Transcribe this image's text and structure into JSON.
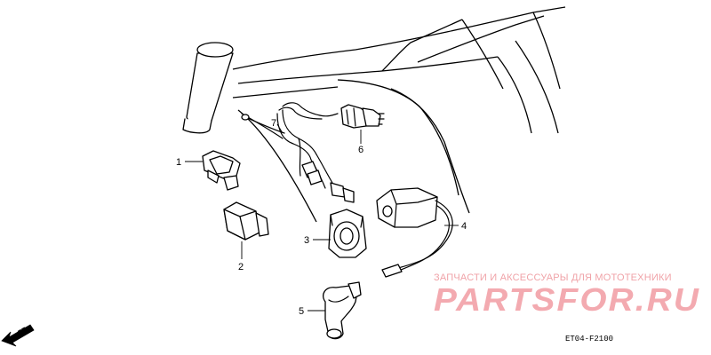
{
  "labels": {
    "part1": "1",
    "part2": "2",
    "part3": "3",
    "part4": "4",
    "part5": "5",
    "part6": "6",
    "part7": "7"
  },
  "direction": "FR.",
  "reference_code": "ET04-F2100",
  "watermark": {
    "tagline": "ЗАПЧАСТИ И АКСЕССУАРЫ ДЛЯ МОТОТЕХНИКИ",
    "brand": "PARTSFOR.RU",
    "color": "#f3aab0"
  },
  "icons": {
    "direction_arrow": "front-arrow-icon"
  }
}
